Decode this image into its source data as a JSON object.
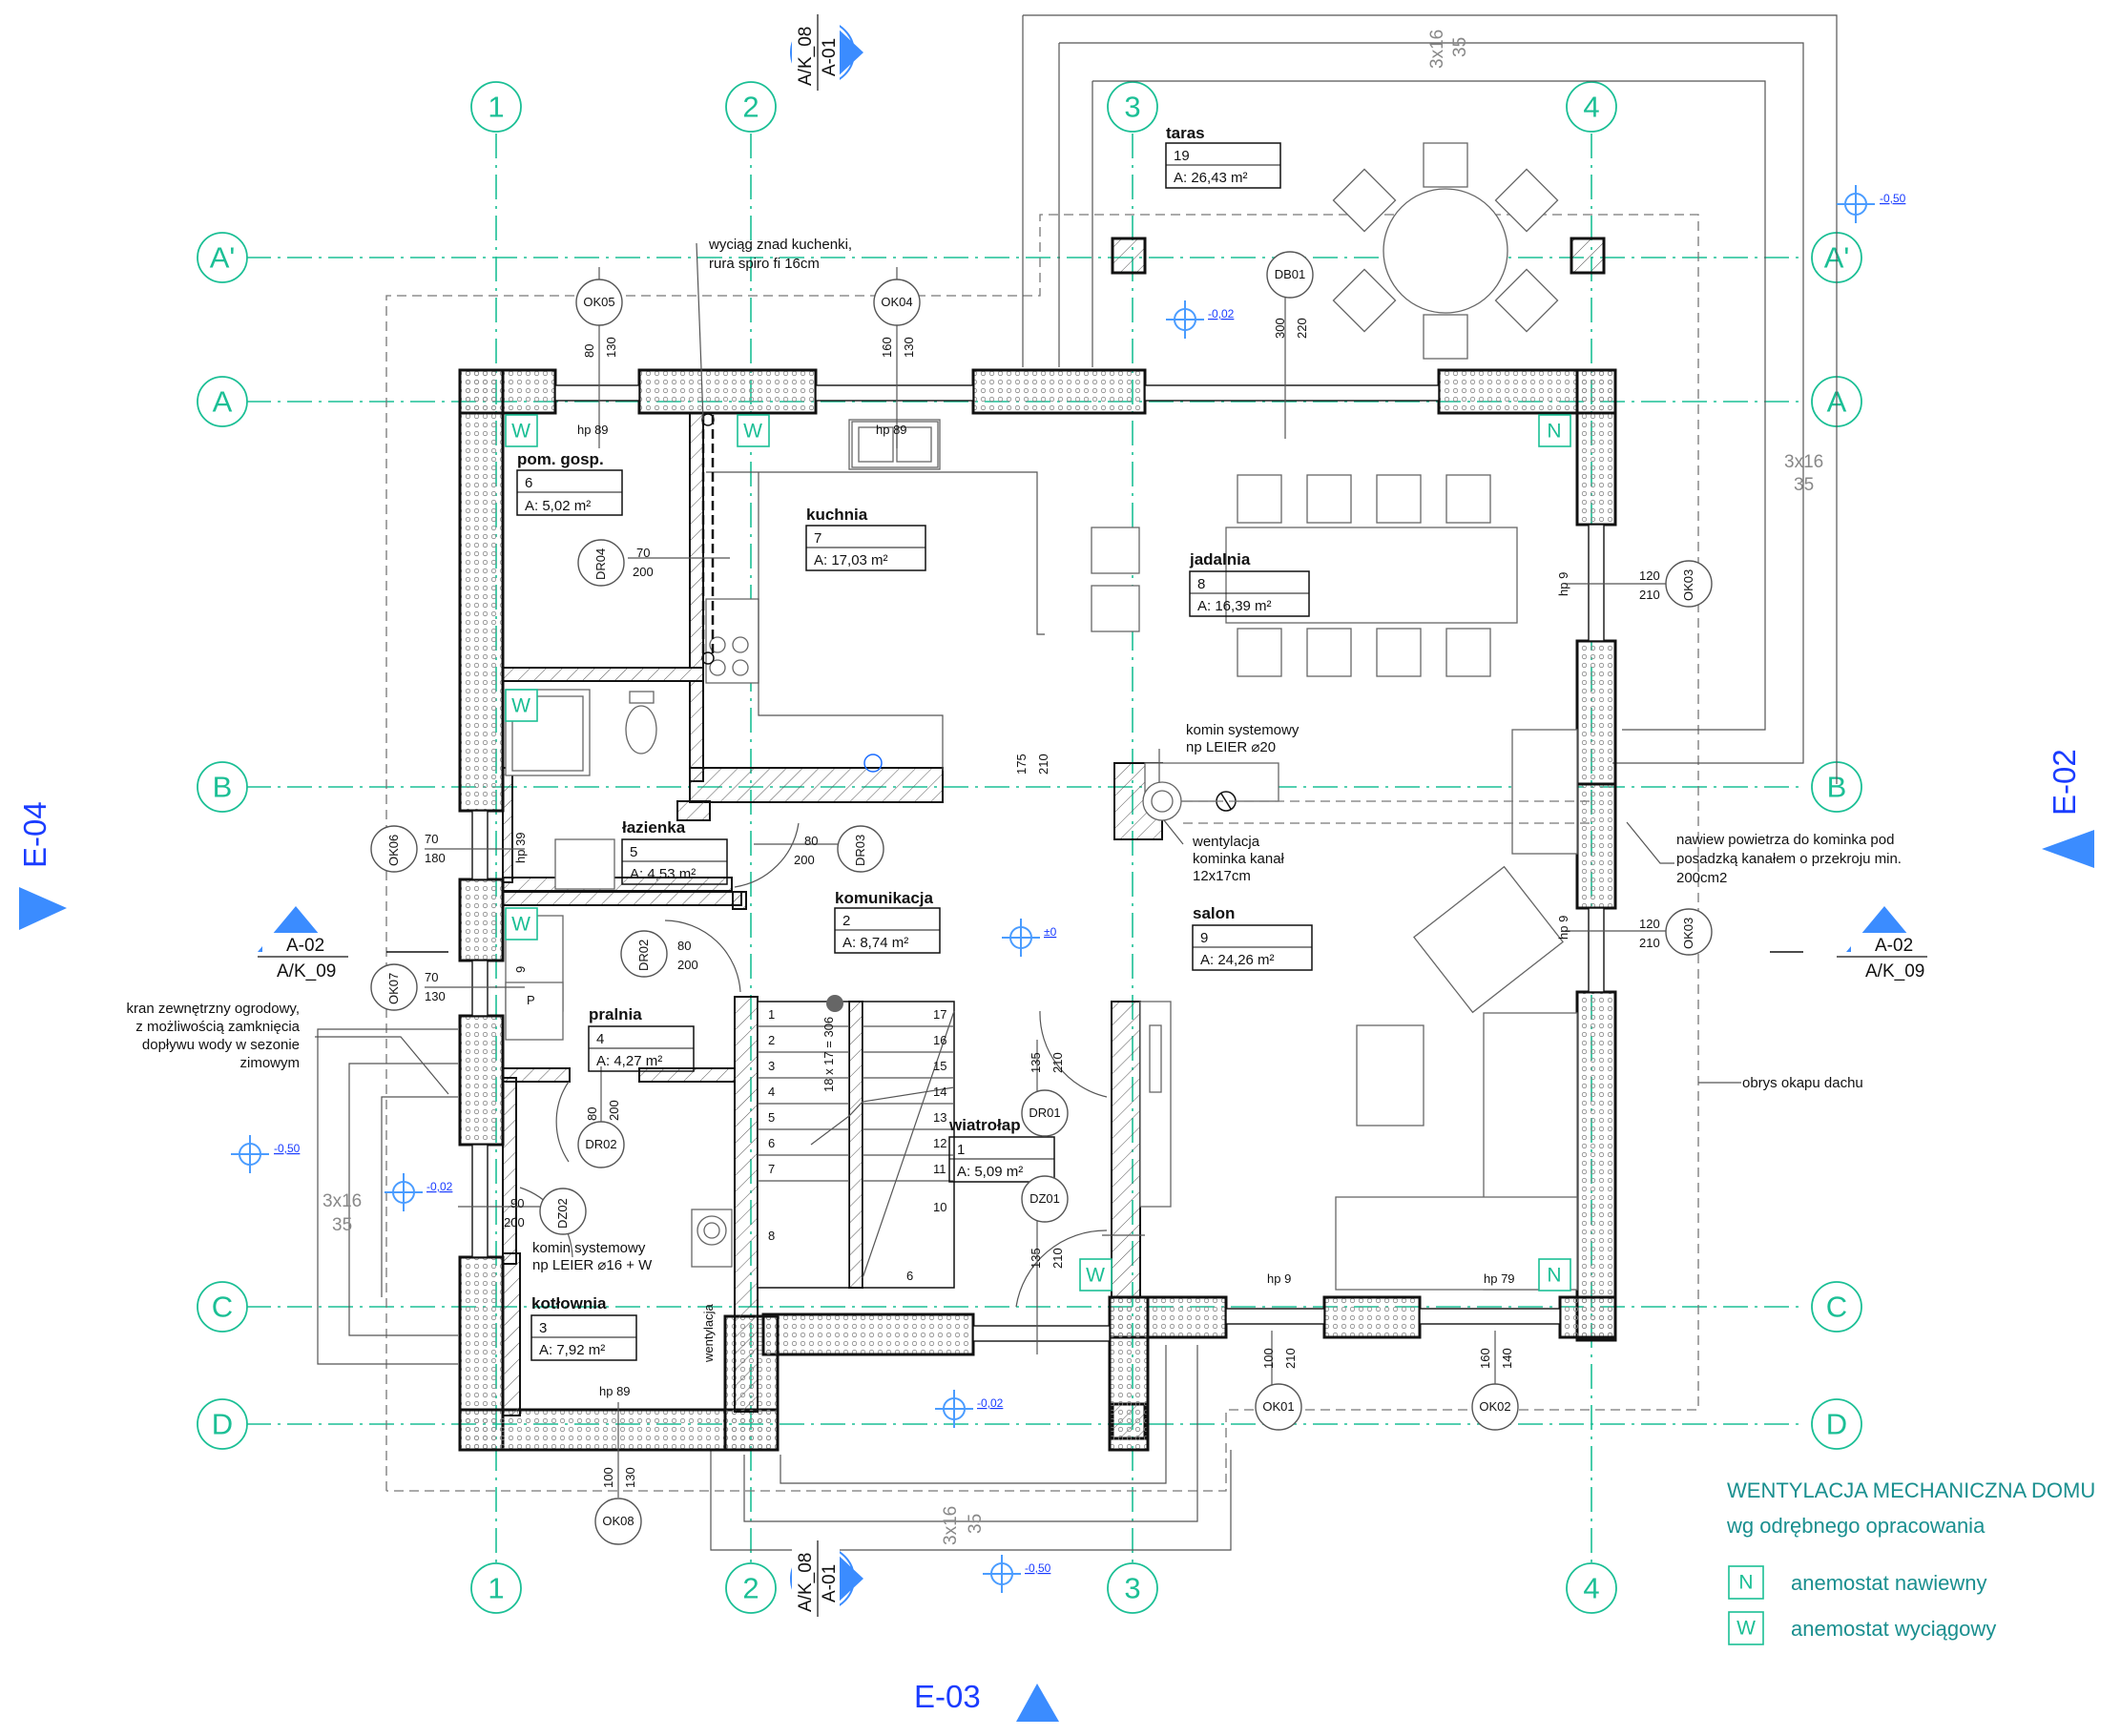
{
  "colors": {
    "grid": "#1bbf95",
    "section": "#1a3cff",
    "level": "#1a3cff",
    "legend": "#1a8f8f",
    "walls": "#111111"
  },
  "axes": {
    "columns": [
      "1",
      "2",
      "3",
      "4"
    ],
    "rows": [
      "A'",
      "A",
      "B",
      "C",
      "D"
    ]
  },
  "rooms": [
    {
      "name": "taras",
      "num": "19",
      "area": "A: 26,43 m²"
    },
    {
      "name": "pom. gosp.",
      "num": "6",
      "area": "A: 5,02 m²"
    },
    {
      "name": "kuchnia",
      "num": "7",
      "area": "A: 17,03 m²"
    },
    {
      "name": "jadalnia",
      "num": "8",
      "area": "A: 16,39 m²"
    },
    {
      "name": "łazienka",
      "num": "5",
      "area": "A: 4,53 m²"
    },
    {
      "name": "komunikacja",
      "num": "2",
      "area": "A: 8,74 m²"
    },
    {
      "name": "salon",
      "num": "9",
      "area": "A: 24,26 m²"
    },
    {
      "name": "pralnia",
      "num": "4",
      "area": "A: 4,27 m²"
    },
    {
      "name": "wiatrołap",
      "num": "1",
      "area": "A: 5,09 m²"
    },
    {
      "name": "kotłownia",
      "num": "3",
      "area": "A: 7,92 m²"
    }
  ],
  "openings": [
    {
      "tag": "OK05",
      "w": "80",
      "h": "130"
    },
    {
      "tag": "OK04",
      "w": "160",
      "h": "130"
    },
    {
      "tag": "DB01",
      "w": "300",
      "h": "220"
    },
    {
      "tag": "DR04",
      "w": "70",
      "h": "200"
    },
    {
      "tag": "OK03",
      "w": "120",
      "h": "210"
    },
    {
      "tag": "OK06",
      "w": "70",
      "h": "180"
    },
    {
      "tag": "DR03",
      "w": "80",
      "h": "200"
    },
    {
      "tag": "DR02",
      "w": "80",
      "h": "200"
    },
    {
      "tag": "OK07",
      "w": "70",
      "h": "130"
    },
    {
      "tag": "DR01",
      "w": "135",
      "h": "210"
    },
    {
      "tag": "DZ01",
      "w": "135",
      "h": "210"
    },
    {
      "tag": "DZ02",
      "w": "90",
      "h": "200"
    },
    {
      "tag": "OK01",
      "w": "100",
      "h": "210"
    },
    {
      "tag": "OK02",
      "w": "160",
      "h": "140"
    },
    {
      "tag": "OK08",
      "w": "100",
      "h": "130"
    }
  ],
  "opening_extra": {
    "okno_salon": "OK03",
    "drzwi_pralnia": "DR02",
    "w_80": "80",
    "h_200": "200",
    "opening_b": "175",
    "opening_b2": "210"
  },
  "sills": {
    "hp89": "hp 89",
    "hp9": "hp 9",
    "hp39": "hp 39",
    "hp79": "hp 79",
    "hp9b": "hp 9"
  },
  "levels": {
    "m050": "-0,50",
    "m002": "-0,02",
    "zero": "±0"
  },
  "anemostat": {
    "n": "N",
    "w": "W"
  },
  "stairs": {
    "steps_left": [
      "1",
      "2",
      "3",
      "4",
      "5",
      "6",
      "7",
      "8"
    ],
    "steps_right": [
      "17",
      "16",
      "15",
      "14",
      "13",
      "12",
      "11",
      "10"
    ],
    "formula": "18 x 17 = 306",
    "six": "6",
    "nine": "9",
    "p": "P"
  },
  "overhang_dim": {
    "a": "3x16",
    "b": "35"
  },
  "notes": {
    "wyciag_1": "wyciąg znad kuchenki,",
    "wyciag_2": "rura spiro fi 16cm",
    "komin1_1": "komin systemowy",
    "komin1_2": "np LEIER ⌀20",
    "went_1": "wentylacja",
    "went_2": "kominka kanał",
    "went_3": "12x17cm",
    "nawiew_1": "nawiew powietrza do kominka pod",
    "nawiew_2": "posadzką kanałem o przekroju min.",
    "nawiew_3": "200cm2",
    "kran_1": "kran zewnętrzny ogrodowy,",
    "kran_2": "z możliwością zamknięcia",
    "kran_3": "dopływu wody w sezonie",
    "kran_4": "zimowym",
    "komin2_1": "komin systemowy",
    "komin2_2": "np LEIER ⌀16 + W",
    "wentylacja": "wentylacja",
    "obrys": "obrys okapu dachu"
  },
  "sections": {
    "e02": "E-02",
    "e03": "E-03",
    "e04": "E-04",
    "a02": "A-02",
    "ak09": "A/K_09",
    "a01": "A-01",
    "ak08": "A/K_08"
  },
  "legend": {
    "title_1": "WENTYLACJA MECHANICZNA DOMU",
    "title_2": "wg odrębnego opracowania",
    "n_label": "anemostat nawiewny",
    "w_label": "anemostat wyciągowy"
  }
}
